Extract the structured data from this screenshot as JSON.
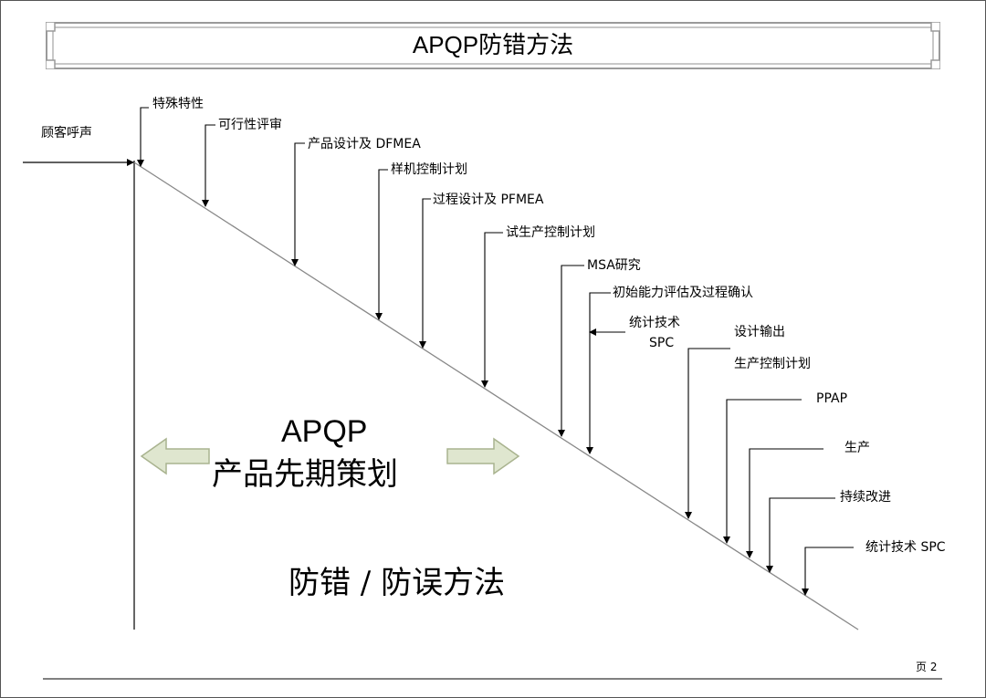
{
  "title": "APQP防错方法",
  "left_input": "顾客呼声",
  "milestones": [
    {
      "label": "特殊特性"
    },
    {
      "label": "可行性评审"
    },
    {
      "label": "产品设计及  DFMEA"
    },
    {
      "label": "样机控制计划"
    },
    {
      "label": "过程设计及  PFMEA"
    },
    {
      "label": "试生产控制计划"
    },
    {
      "label": "MSA研究"
    },
    {
      "label": "初始能力评估及过程确认"
    },
    {
      "label_line1": "统计技术",
      "label_line2": "SPC"
    },
    {
      "label_line1": "设计输出",
      "label_line2": "生产控制计划"
    },
    {
      "label": "PPAP"
    },
    {
      "label": "生产"
    },
    {
      "label": "持续改进"
    },
    {
      "label": "统计技术  SPC"
    }
  ],
  "center": {
    "apqp": "APQP",
    "subtitle": "产品先期策划",
    "method": "防错 / 防误方法"
  },
  "page": "页 2",
  "colors": {
    "arrow_fill": "#dfe6cf",
    "arrow_stroke": "#a9b38f",
    "line": "#000000",
    "diagonal": "#888888"
  }
}
